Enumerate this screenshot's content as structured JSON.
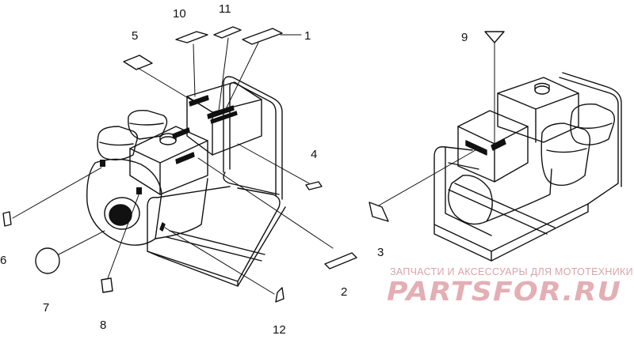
{
  "diagram": {
    "callouts": [
      "1",
      "2",
      "3",
      "4",
      "5",
      "6",
      "7",
      "8",
      "9",
      "10",
      "11",
      "12"
    ]
  },
  "watermark": {
    "tagline": "ЗАПЧАСТИ И АКСЕССУАРЫ ДЛЯ МОТОТЕХНИКИ",
    "brand": "PARTSFOR.RU"
  },
  "colors": {
    "line": "#111111",
    "watermark": "#e3aeb4"
  }
}
